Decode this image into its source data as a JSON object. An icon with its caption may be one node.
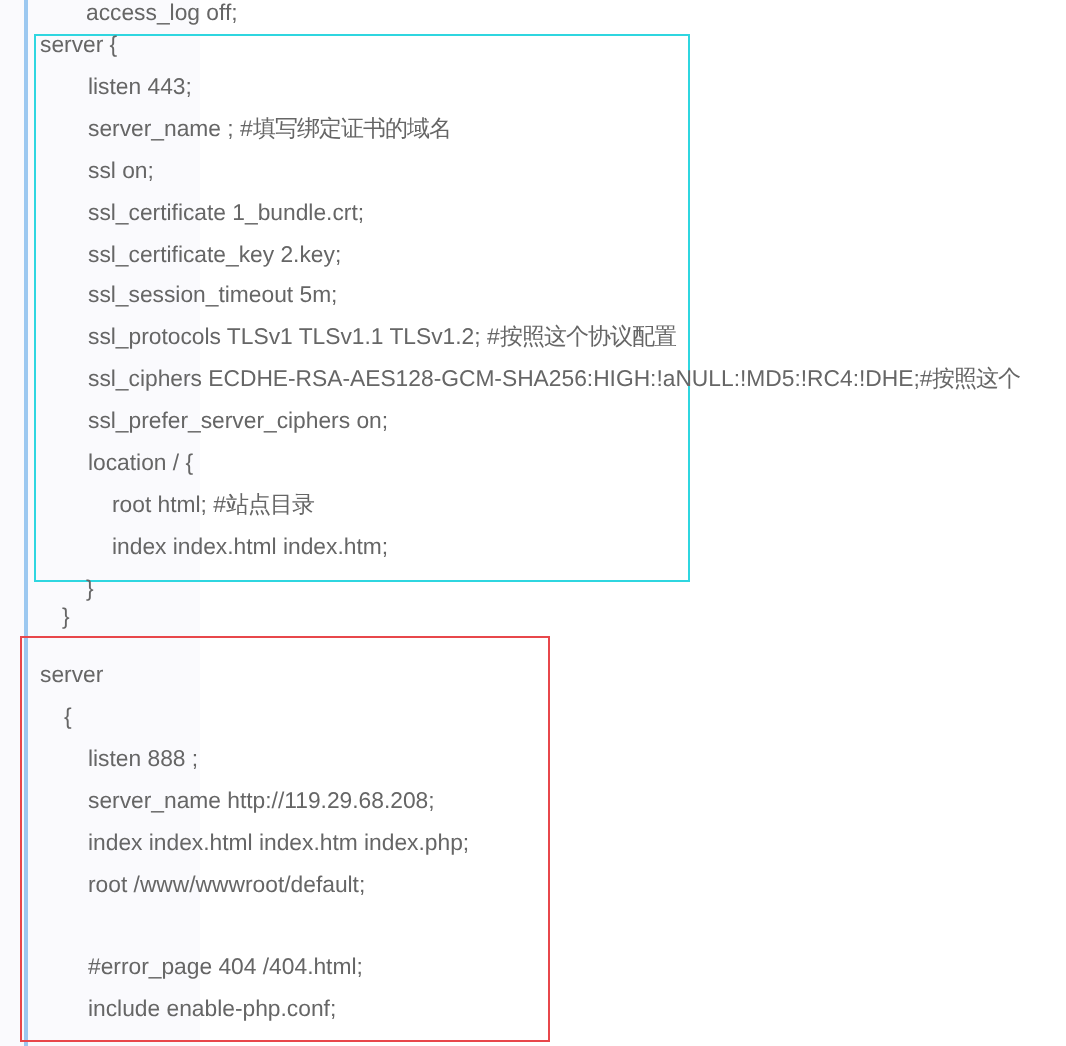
{
  "diagram": {
    "nodes": [
      {
        "text": [
          "server {",
          "listen 443;",
          "server_name ; #填写绑定证书的域名",
          "ssl on;",
          "ssl_certificate 1_bundle.crt;",
          "ssl_certificate_key 2.key;",
          "ssl_session_timeout 5m;",
          "ssl_protocols TLSv1 TLSv1.1 TLSv1.2; #按照这个协议配置",
          "ssl_ciphers ECDHE-RSA-AES128-GCM-SHA256:HIGH:!aNULL:!MD5:!RC4:!DHE;#按照这个",
          "ssl_prefer_server_ciphers on;",
          "location / {",
          "root   html; #站点目录",
          "index  index.html index.htm;"
        ]
      },
      {
        "text": [
          "server",
          "{",
          "listen 888 ;",
          "server_name http://119.29.68.208;",
          "index index.html index.htm index.php;",
          "root  /www/wwwroot/default;",
          "#error_page   404   /404.html;",
          "include enable-php.conf;"
        ]
      }
    ],
    "labels": [
      "access_log off;",
      "}",
      "}"
    ]
  }
}
